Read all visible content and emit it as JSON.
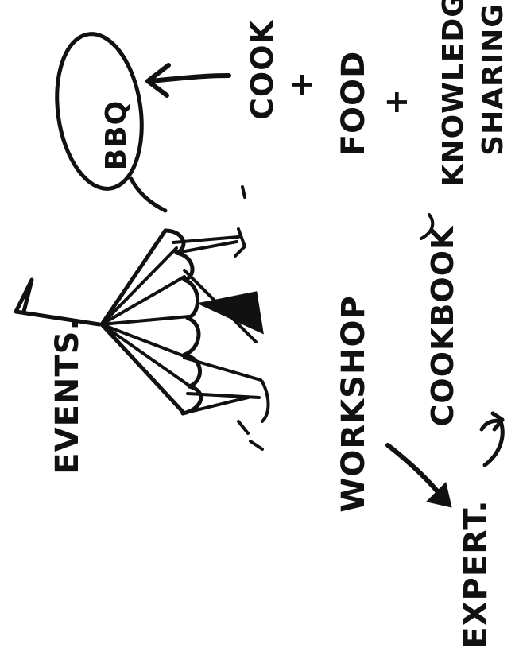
{
  "labels": {
    "events": "EVENTS.",
    "bbq": "BBQ",
    "cook": "COOK",
    "plus_1": "+",
    "food": "FOOD",
    "plus_2": "+",
    "knowledge": "KNOWLEDGE",
    "sharing": "SHARING",
    "workshop": "WORKSHOP",
    "expert": "EXPERT.",
    "cookbook": "COOKBOOK"
  },
  "colors": {
    "ink": "#111111",
    "paper": "#ffffff"
  }
}
